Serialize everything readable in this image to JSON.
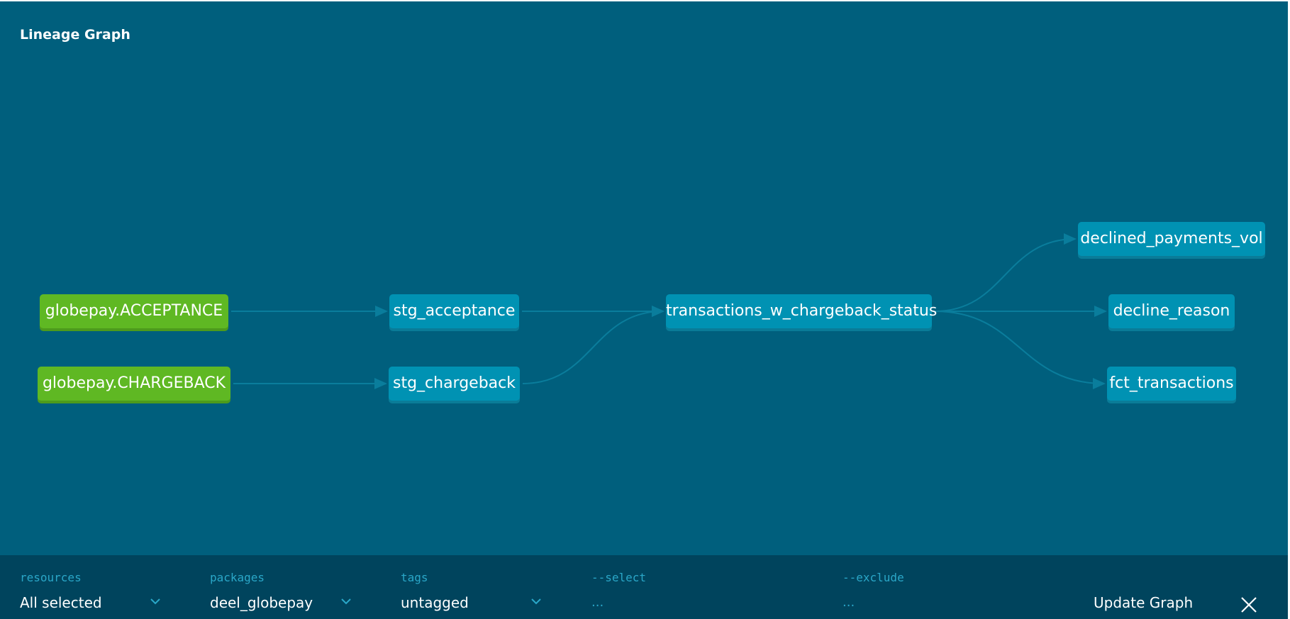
{
  "header": {
    "title": "Lineage Graph"
  },
  "graph": {
    "nodes": [
      {
        "id": "n1",
        "label": "globepay.ACCEPTANCE",
        "kind": "source"
      },
      {
        "id": "n2",
        "label": "globepay.CHARGEBACK",
        "kind": "source"
      },
      {
        "id": "n3",
        "label": "stg_acceptance",
        "kind": "model"
      },
      {
        "id": "n4",
        "label": "stg_chargeback",
        "kind": "model"
      },
      {
        "id": "n5",
        "label": "transactions_w_chargeback_status",
        "kind": "model"
      },
      {
        "id": "n6",
        "label": "declined_payments_vol",
        "kind": "model"
      },
      {
        "id": "n7",
        "label": "decline_reason",
        "kind": "model"
      },
      {
        "id": "n8",
        "label": "fct_transactions",
        "kind": "model"
      }
    ],
    "edges": [
      {
        "from": "n1",
        "to": "n3"
      },
      {
        "from": "n2",
        "to": "n4"
      },
      {
        "from": "n3",
        "to": "n5"
      },
      {
        "from": "n4",
        "to": "n5"
      },
      {
        "from": "n5",
        "to": "n6"
      },
      {
        "from": "n5",
        "to": "n7"
      },
      {
        "from": "n5",
        "to": "n8"
      }
    ],
    "colors": {
      "source": "#5fb823",
      "model": "#0092b3",
      "edge": "#0a7d9c",
      "background": "#005f7d"
    }
  },
  "toolbar": {
    "resources": {
      "label": "resources",
      "value": "All selected"
    },
    "packages": {
      "label": "packages",
      "value": "deel_globepay"
    },
    "tags": {
      "label": "tags",
      "value": "untagged"
    },
    "select": {
      "label": "--select",
      "value": "..."
    },
    "exclude": {
      "label": "--exclude",
      "value": "..."
    },
    "update_label": "Update Graph",
    "close_icon": "close-icon",
    "chevron_icon": "chevron-down-icon"
  }
}
